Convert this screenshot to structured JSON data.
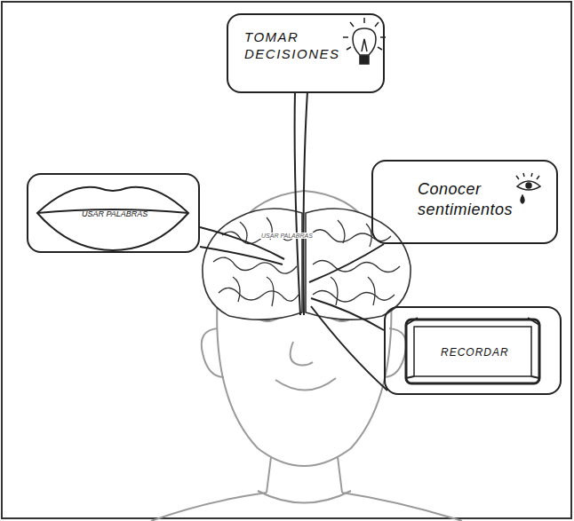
{
  "diagram": {
    "nodes": [
      {
        "text": [
          "TOMAR DECISIONES"
        ]
      },
      {
        "text": [
          "USAR PALABRAS"
        ]
      },
      {
        "text": [
          "Conocer sentimientos"
        ]
      },
      {
        "text": [
          "RECORDAR"
        ]
      }
    ],
    "labels": [
      "USAR PALABRAS"
    ]
  }
}
